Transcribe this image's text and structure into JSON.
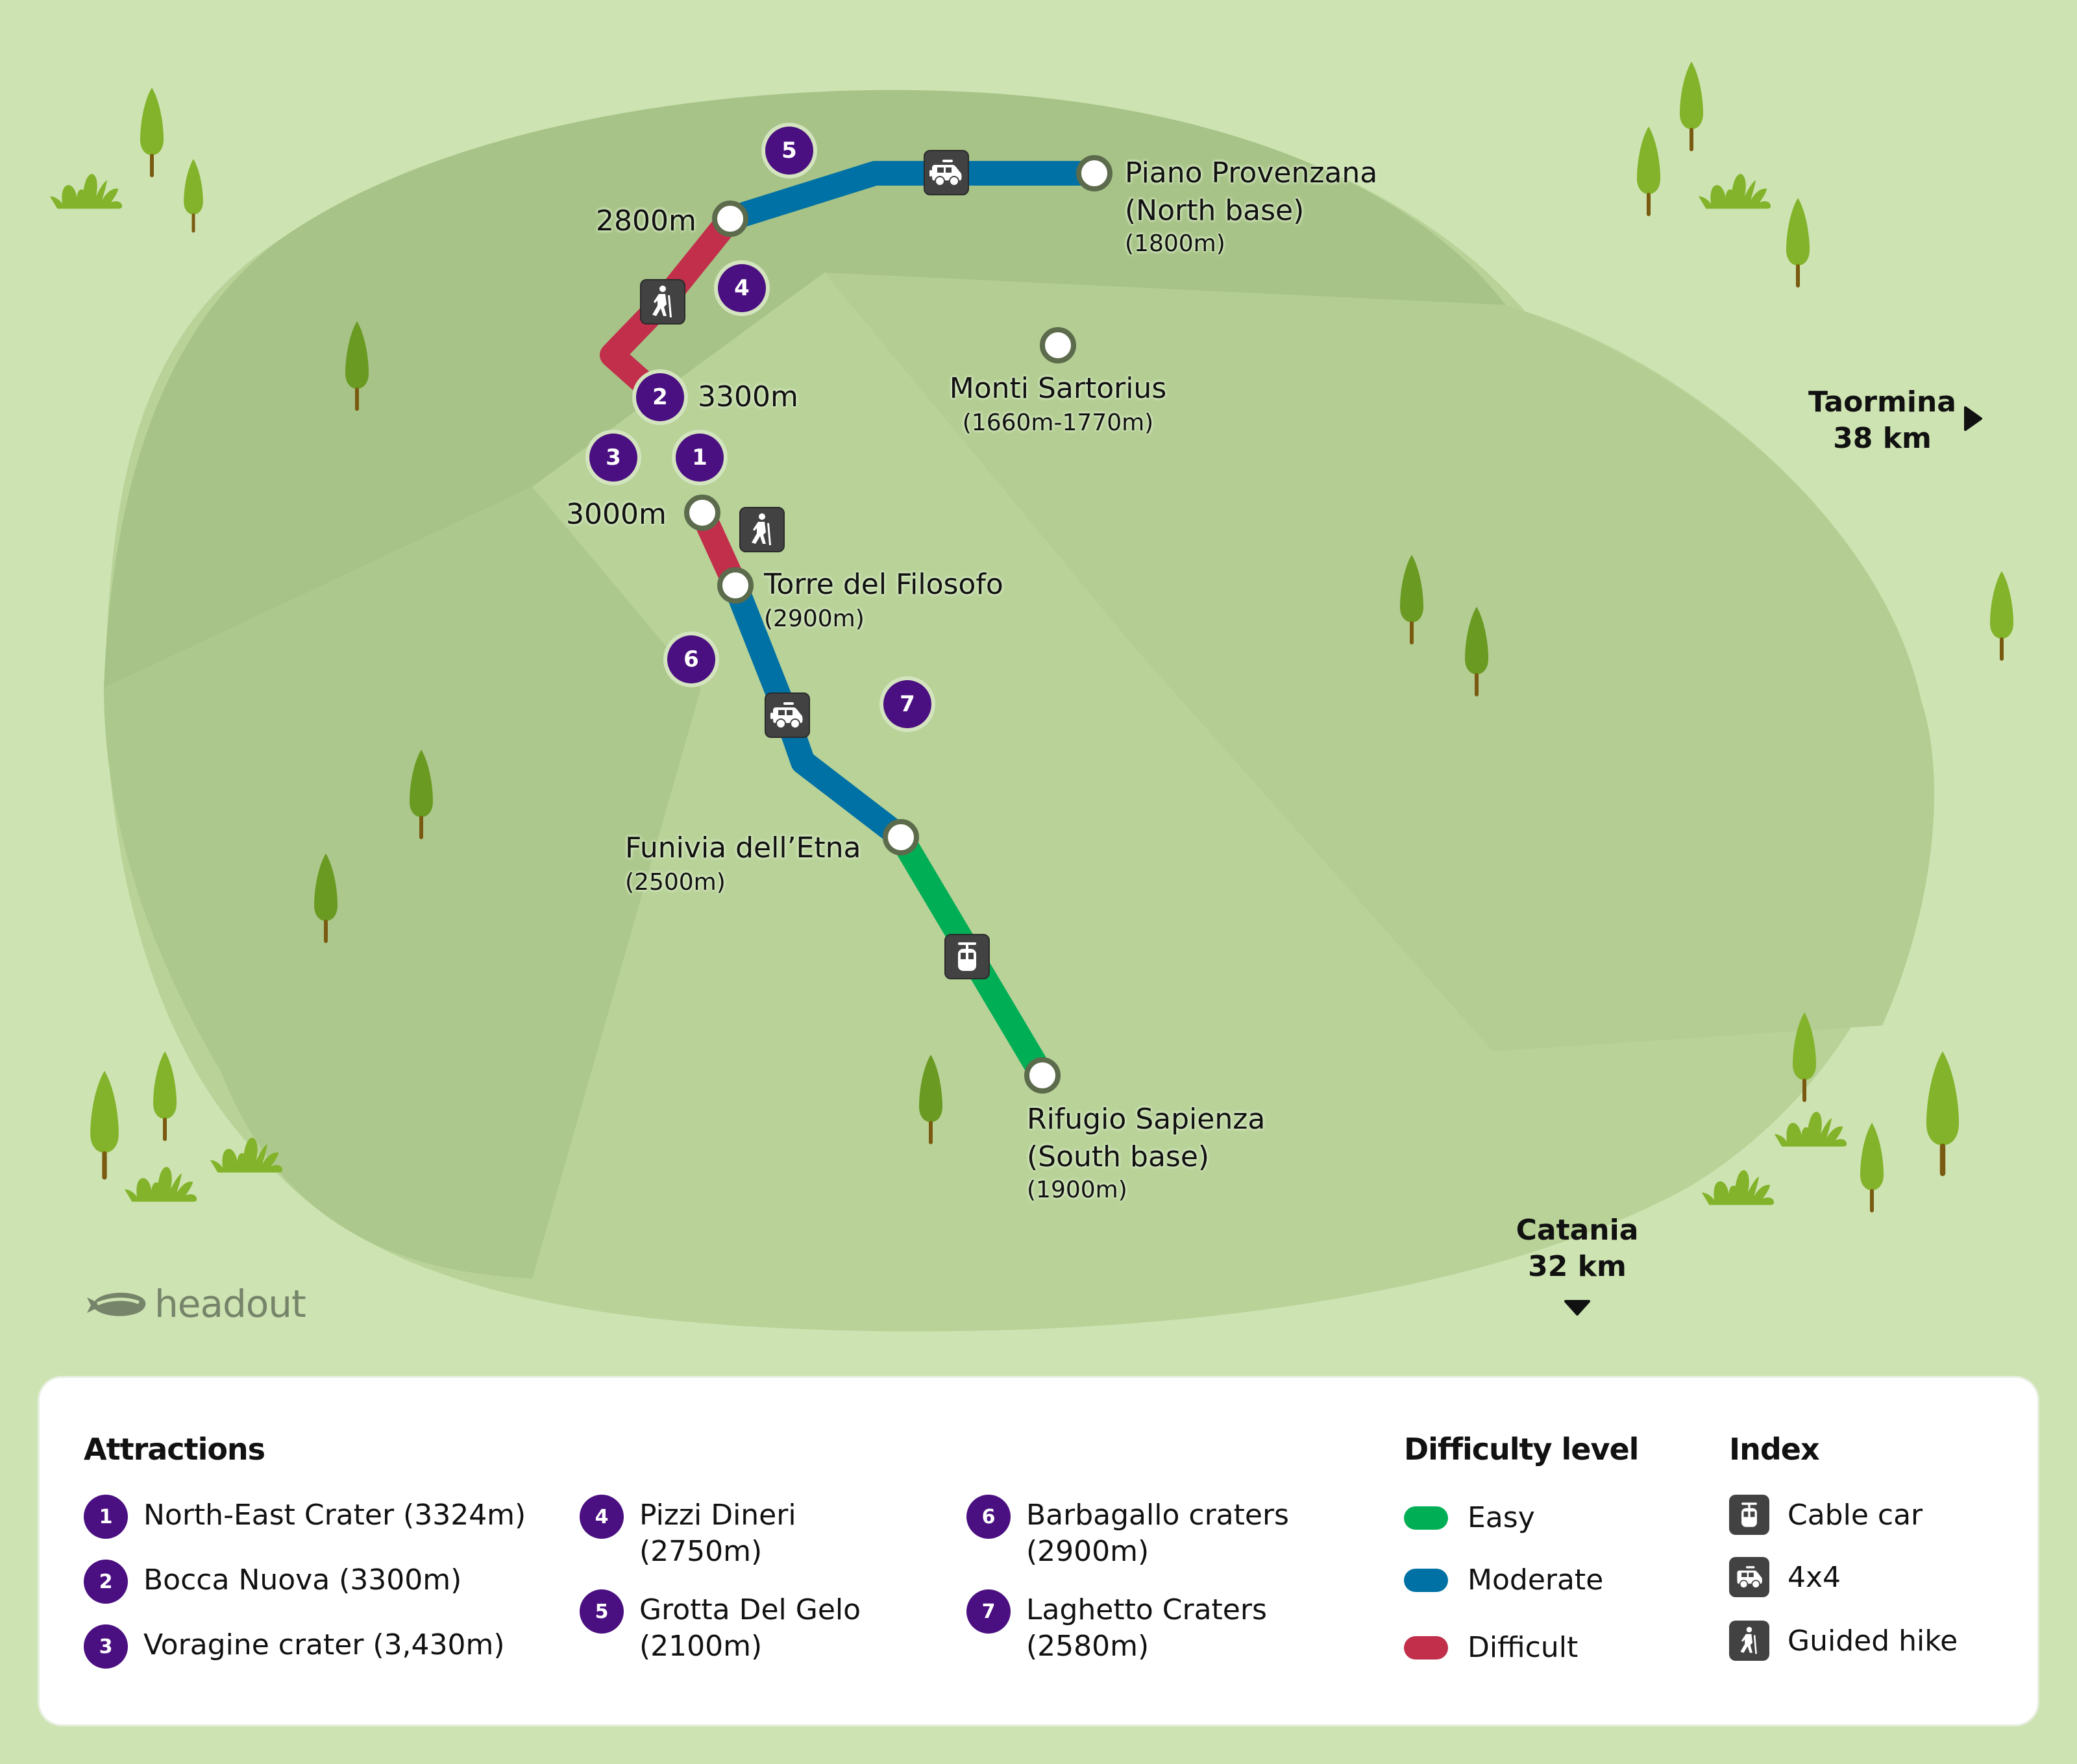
{
  "brand": {
    "name": "headout"
  },
  "colors": {
    "background": "#cde3b2",
    "volcano": "#abc58a",
    "easy": "#00ae55",
    "moderate": "#0071a4",
    "difficult": "#c12f4b",
    "crater": "#4a0f80",
    "icon_box": "#424242"
  },
  "map": {
    "stations": [
      {
        "name": "Piano Provenzana",
        "subtitle": "(North base)",
        "elevation": "(1800m)"
      },
      {
        "name": "Monti Sartorius",
        "elevation": "(1660m-1770m)"
      },
      {
        "name": "Torre del Filosofo",
        "elevation": "(2900m)"
      },
      {
        "name": "Funivia dell’Etna",
        "elevation": "(2500m)"
      },
      {
        "name": "Rifugio Sapienza",
        "subtitle": "(South base)",
        "elevation": "(1900m)"
      }
    ],
    "elevation_markers": [
      "2800m",
      "3300m",
      "3000m"
    ],
    "craters_on_map": [
      "1",
      "2",
      "3",
      "4",
      "5",
      "6",
      "7"
    ],
    "directions": [
      {
        "place": "Taormina",
        "distance": "38 km",
        "arrow": "right-arrow"
      },
      {
        "place": "Catania",
        "distance": "32 km",
        "arrow": "down-arrow"
      }
    ],
    "route_segments": [
      {
        "from": "Piano Provenzana",
        "to": "2800m",
        "difficulty": "Moderate",
        "mode": "4x4"
      },
      {
        "from": "2800m",
        "to": "3300m",
        "difficulty": "Difficult",
        "mode": "Guided hike"
      },
      {
        "from": "3000m",
        "to": "Torre del Filosofo",
        "difficulty": "Difficult",
        "mode": "Guided hike"
      },
      {
        "from": "Torre del Filosofo",
        "to": "Funivia dell’Etna",
        "difficulty": "Moderate",
        "mode": "4x4"
      },
      {
        "from": "Funivia dell’Etna",
        "to": "Rifugio Sapienza",
        "difficulty": "Easy",
        "mode": "Cable car"
      }
    ]
  },
  "legend": {
    "attractions_title": "Attractions",
    "attractions": [
      {
        "num": "1",
        "label": "North-East Crater (3324m)"
      },
      {
        "num": "2",
        "label": "Bocca Nuova (3300m)"
      },
      {
        "num": "3",
        "label": "Voragine crater (3,430m)"
      },
      {
        "num": "4",
        "label": "Pizzi Dineri",
        "label2": "(2750m)"
      },
      {
        "num": "5",
        "label": "Grotta Del Gelo",
        "label2": "(2100m)"
      },
      {
        "num": "6",
        "label": "Barbagallo craters",
        "label2": "(2900m)"
      },
      {
        "num": "7",
        "label": "Laghetto Craters",
        "label2": "(2580m)"
      }
    ],
    "difficulty_title": "Difficulty level",
    "difficulty": [
      {
        "label": "Easy",
        "color": "#00ae55"
      },
      {
        "label": "Moderate",
        "color": "#0071a4"
      },
      {
        "label": "Difficult",
        "color": "#c12f4b"
      }
    ],
    "index_title": "Index",
    "index": [
      {
        "label": "Cable car",
        "icon": "cable-car-icon"
      },
      {
        "label": "4x4",
        "icon": "4x4-car-icon"
      },
      {
        "label": "Guided hike",
        "icon": "hiker-icon"
      }
    ]
  }
}
